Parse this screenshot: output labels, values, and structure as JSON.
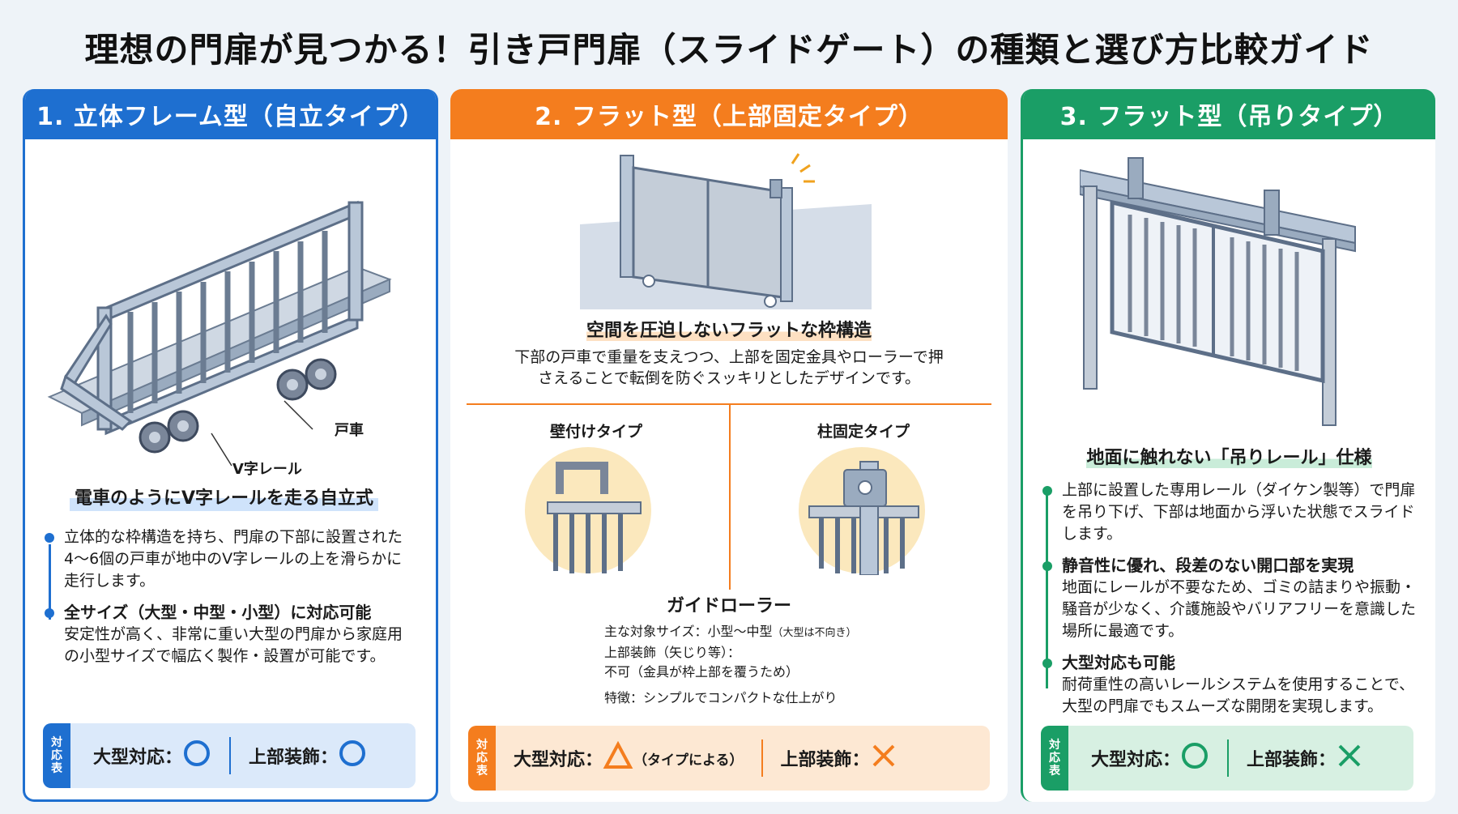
{
  "title": "理想の門扉が見つかる！引き戸門扉（スライドゲート）の種類と選び方比較ガイド",
  "card1": {
    "header": "1. 立体フレーム型（自立タイプ）",
    "label_roller": "戸車",
    "label_rail": "V字レール",
    "heading": "電車のようにV字レールを走る自立式",
    "bullets": [
      {
        "title": "",
        "text": "立体的な枠構造を持ち、門扉の下部に設置された4〜6個の戸車が地中のV字レールの上を滑らかに走行します。"
      },
      {
        "title": "全サイズ（大型・中型・小型）に対応可能",
        "text": "安定性が高く、非常に重い大型の門扉から家庭用の小型サイズで幅広く製作・設置が可能です。"
      }
    ],
    "footer": {
      "tab": "対応表",
      "large": "大型対応：",
      "deco": "上部装飾："
    }
  },
  "card2": {
    "header": "2. フラット型（上部固定タイプ）",
    "heading": "空間を圧迫しないフラットな枠構造",
    "desc": "下部の戸車で重量を支えつつ、上部を固定金具やローラーで押さえることで転倒を防ぐスッキリとしたデザインです。",
    "type_wall": "壁付けタイプ",
    "type_post": "柱固定タイプ",
    "guide_title": "ガイドローラー",
    "spec_size": "主な対象サイズ：小型〜中型",
    "spec_size_note": "（大型は不向き）",
    "spec_deco_label": "上部装飾（矢じり等）：",
    "spec_deco_value": "不可（金具が枠上部を覆うため）",
    "spec_feature": "特徴：シンプルでコンパクトな仕上がり",
    "footer": {
      "tab": "対応表",
      "large": "大型対応：",
      "large_note": "（タイプによる）",
      "deco": "上部装飾："
    }
  },
  "card3": {
    "header": "3. フラット型（吊りタイプ）",
    "heading": "地面に触れない「吊りレール」仕様",
    "bullets": [
      {
        "title": "",
        "text": "上部に設置した専用レール（ダイケン製等）で門扉を吊り下げ、下部は地面から浮いた状態でスライドします。"
      },
      {
        "title": "静音性に優れ、段差のない開口部を実現",
        "text": "地面にレールが不要なため、ゴミの詰まりや振動・騒音が少なく、介護施設やバリアフリーを意識した場所に最適です。"
      },
      {
        "title": "大型対応も可能",
        "text": "耐荷重性の高いレールシステムを使用することで、大型の門扉でもスムーズな開閉を実現します。"
      }
    ],
    "footer": {
      "tab": "対応表",
      "large": "大型対応：",
      "deco": "上部装飾："
    }
  },
  "colors": {
    "blue": "#1e6fd0",
    "orange": "#f47d1e",
    "green": "#1a9e66"
  }
}
